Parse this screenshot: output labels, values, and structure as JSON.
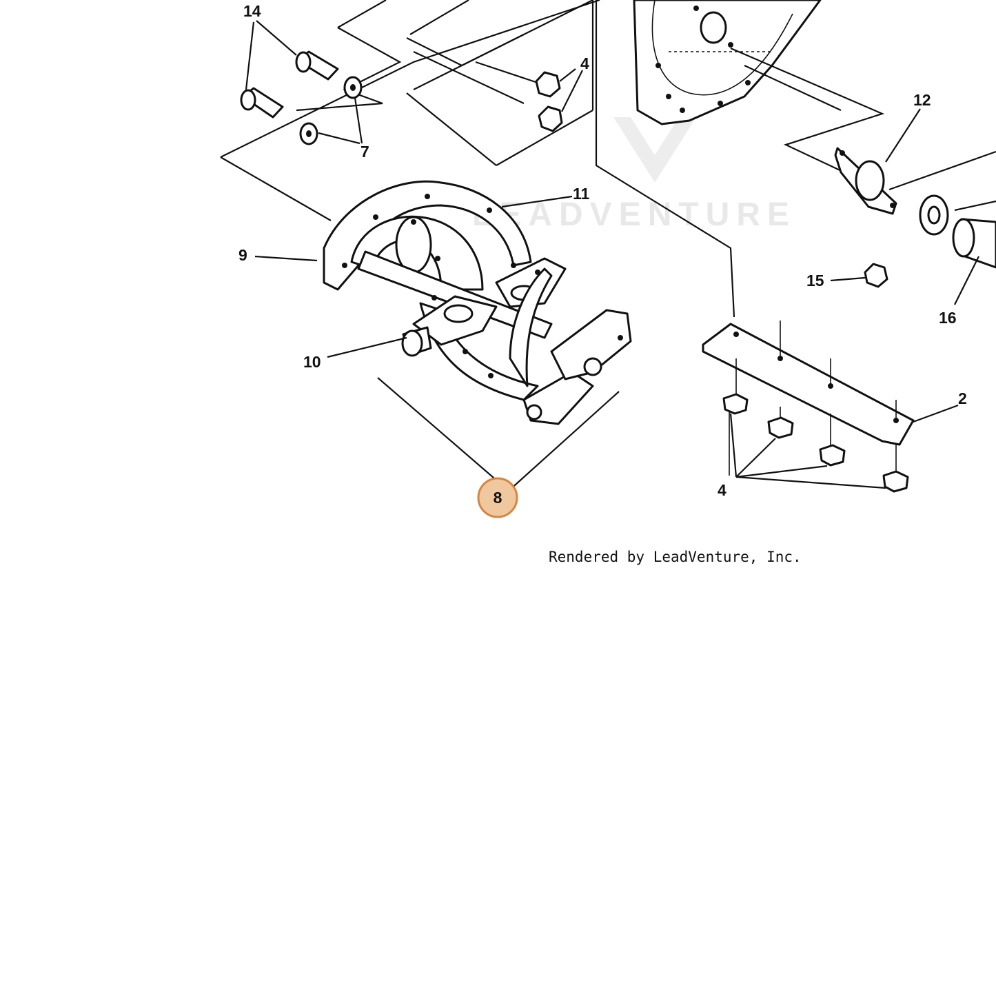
{
  "watermark": "LEADVENTURE",
  "credit": "Rendered by LeadVenture, Inc.",
  "callouts": [
    {
      "id": "14",
      "label": "14"
    },
    {
      "id": "4a",
      "label": "4"
    },
    {
      "id": "7",
      "label": "7"
    },
    {
      "id": "12",
      "label": "12"
    },
    {
      "id": "11",
      "label": "11"
    },
    {
      "id": "9",
      "label": "9"
    },
    {
      "id": "15",
      "label": "15"
    },
    {
      "id": "16",
      "label": "16"
    },
    {
      "id": "10",
      "label": "10"
    },
    {
      "id": "2",
      "label": "2"
    },
    {
      "id": "4b",
      "label": "4"
    },
    {
      "id": "8",
      "label": "8",
      "highlighted": true
    }
  ],
  "colors": {
    "ink": "#111111",
    "highlight_fill": "#f0c8a0",
    "highlight_stroke": "#d9843c",
    "watermark": "#e6e6e6"
  }
}
